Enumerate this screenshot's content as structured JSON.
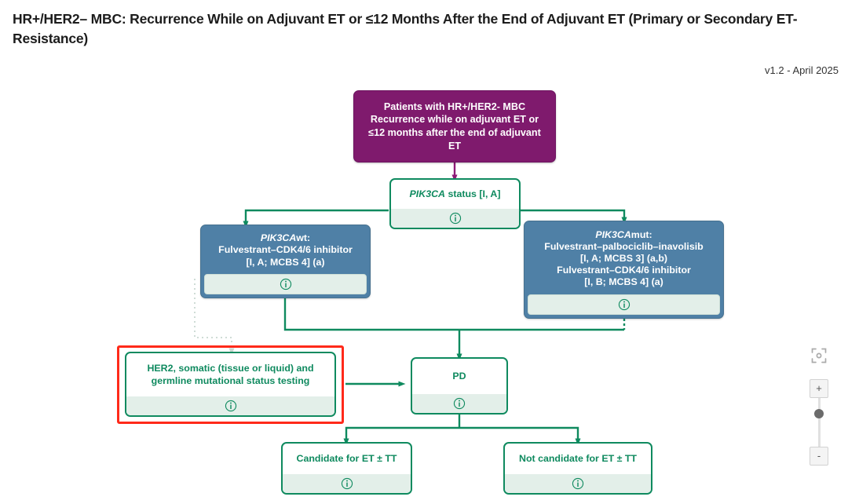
{
  "header": {
    "title": "HR+/HER2– MBC: Recurrence While on Adjuvant ET or ≤12 Months After the End of Adjuvant ET (Primary or Secondary ET-Resistance)",
    "version": "v1.2 - April 2025"
  },
  "colors": {
    "purple": "#7f1a6d",
    "blue": "#4f80a6",
    "green": "#0f8a5f",
    "green_fill": "#e3efe9",
    "selection_red": "#ff2a1a",
    "white": "#ffffff"
  },
  "nodes": {
    "start": {
      "id": "patients-start",
      "type": "purple",
      "lines": [
        "Patients with HR+/HER2- MBC",
        "Recurrence while on adjuvant ET or",
        "≤12 months after the end of adjuvant",
        "ET"
      ],
      "has_info": false
    },
    "pik3ca_status": {
      "id": "pik3ca-status",
      "type": "green",
      "gene": "PIK3CA",
      "text": " status [I, A]",
      "info_label": "info"
    },
    "pik3ca_wt": {
      "id": "pik3ca-wt-treatment",
      "type": "blue",
      "gene": "PIK3CA",
      "suffix": "wt:",
      "lines": [
        "Fulvestrant–CDK4/6 inhibitor",
        "[I, A; MCBS 4] (a)"
      ],
      "info_label": "info"
    },
    "pik3ca_mut": {
      "id": "pik3ca-mut-treatment",
      "type": "blue",
      "gene": "PIK3CA",
      "suffix": "mut:",
      "lines": [
        "Fulvestrant–palbociclib–inavolisib",
        "[I, A; MCBS 3] (a,b)",
        "Fulvestrant–CDK4/6 inhibitor",
        "[I, B; MCBS 4] (a)"
      ],
      "info_label": "info"
    },
    "her2_testing": {
      "id": "her2-mutational-testing",
      "type": "green",
      "selected": true,
      "lines": [
        "HER2, somatic (tissue or liquid) and",
        "germline mutational status testing"
      ],
      "info_label": "info"
    },
    "pd": {
      "id": "progressive-disease",
      "type": "green",
      "label": "PD",
      "info_label": "info"
    },
    "candidate": {
      "id": "candidate-et-tt",
      "type": "green",
      "label": "Candidate for ET ± TT",
      "info_label": "info"
    },
    "not_candidate": {
      "id": "not-candidate-et-tt",
      "type": "green",
      "label": "Not candidate for ET ± TT",
      "info_label": "info"
    }
  },
  "zoom_controls": {
    "fit_view_label": "fit-view",
    "zoom_in_label": "+",
    "zoom_out_label": "-"
  }
}
